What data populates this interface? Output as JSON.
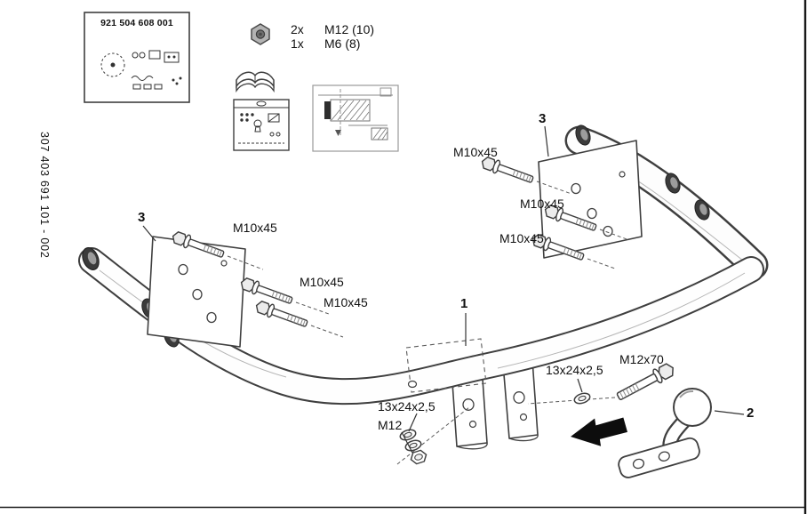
{
  "sticker": {
    "part_number": "921 504 608 001"
  },
  "drawing_number": "307 403 691 101 -  002",
  "hardware": {
    "items": [
      {
        "qty": "2x",
        "spec": "M12 (10)"
      },
      {
        "qty": "1x",
        "spec": "M6 (8)"
      }
    ]
  },
  "callouts": {
    "item_crossbar": "1",
    "item_towball": "2",
    "item_bracket_left": "3",
    "item_bracket_right": "3",
    "bolt_left_top": "M10x45",
    "bolt_left_mid": "M10x45",
    "bolt_left_bottom": "M10x45",
    "bolt_right_top": "M10x45",
    "bolt_right_mid": "M10x45",
    "bolt_right_bottom": "M10x45",
    "washer_upper": "13x24x2,5",
    "washer_lower": "13x24x2,5",
    "nut_m12": "M12",
    "bolt_m12x70": "M12x70"
  },
  "icons": {
    "hex_nut_icon": "hex-nut",
    "manual_icon": "open-book",
    "sticker_icon": "parts-label",
    "info_card_icon": "info-card",
    "vehicle_sketch_icon": "installation-sketch",
    "direction_arrow_icon": "left-arrow"
  },
  "colors": {
    "line": "#3f3f3f",
    "text": "#111111",
    "arrow": "#0d0d0d"
  }
}
